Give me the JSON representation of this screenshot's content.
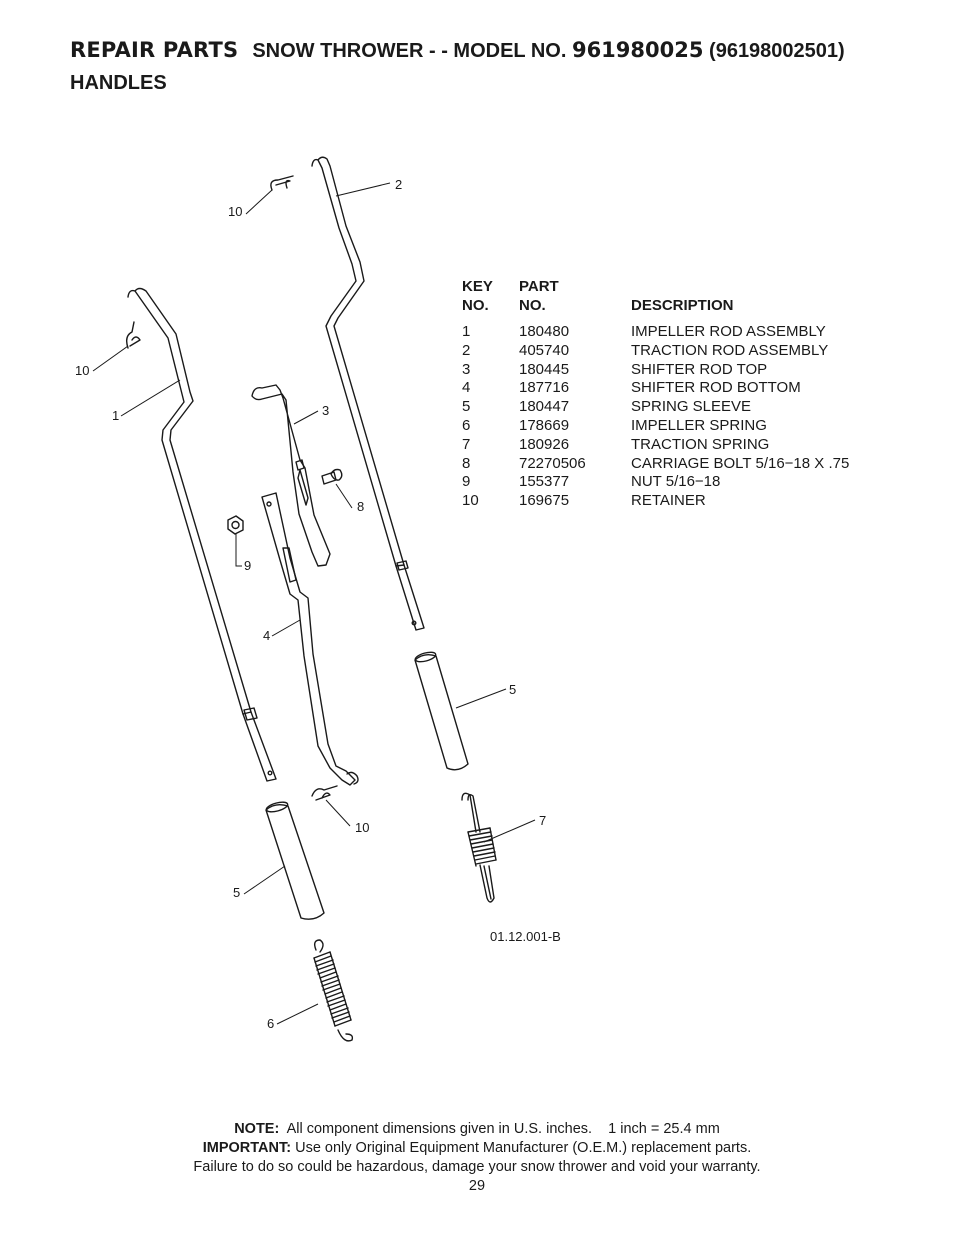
{
  "header": {
    "repair_parts": "REPAIR PARTS",
    "product": "SNOW THROWER - - MODEL NO.",
    "model_no": "961980025",
    "model_alt": "(96198002501)",
    "section": "HANDLES"
  },
  "parts_table": {
    "headers": {
      "key_line1": "KEY",
      "key_line2": "NO.",
      "part_line1": "PART",
      "part_line2": "NO.",
      "description": "DESCRIPTION"
    },
    "rows": [
      {
        "key": "1",
        "part": "180480",
        "description": "IMPELLER ROD ASSEMBLY"
      },
      {
        "key": "2",
        "part": "405740",
        "description": "TRACTION ROD ASSEMBLY"
      },
      {
        "key": "3",
        "part": "180445",
        "description": "SHIFTER ROD TOP"
      },
      {
        "key": "4",
        "part": "187716",
        "description": "SHIFTER ROD BOTTOM"
      },
      {
        "key": "5",
        "part": "180447",
        "description": "SPRING SLEEVE"
      },
      {
        "key": "6",
        "part": "178669",
        "description": "IMPELLER SPRING"
      },
      {
        "key": "7",
        "part": "180926",
        "description": "TRACTION SPRING"
      },
      {
        "key": "8",
        "part": "72270506",
        "description": "CARRIAGE BOLT 5/16−18 X .75"
      },
      {
        "key": "9",
        "part": "155377",
        "description": "NUT 5/16−18"
      },
      {
        "key": "10",
        "part": "169675",
        "description": "RETAINER"
      }
    ]
  },
  "diagram": {
    "callouts": {
      "c10a": "10",
      "c2": "2",
      "c10b": "10",
      "c1": "1",
      "c3": "3",
      "c8": "8",
      "c9": "9",
      "c4": "4",
      "c5a": "5",
      "c10c": "10",
      "c7": "7",
      "c5b": "5",
      "c6": "6"
    },
    "figure_code": "01.12.001-B"
  },
  "footer": {
    "note_label": "NOTE:",
    "note_text": "All component dimensions given in U.S. inches.    1 inch = 25.4 mm",
    "important_label": "IMPORTANT:",
    "important_text": "Use only Original Equipment Manufacturer (O.E.M.) replacement parts.",
    "warning_text": "Failure to do so could be hazardous, damage your snow thrower and void your warranty.",
    "page_number": "29"
  }
}
